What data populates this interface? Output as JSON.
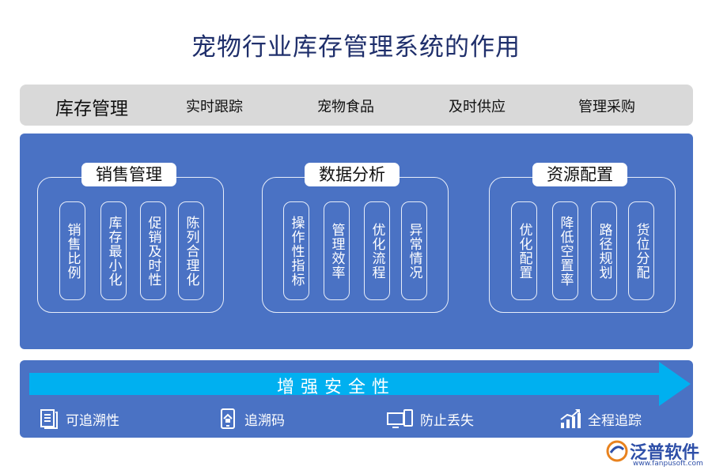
{
  "title": "宠物行业库存管理系统的作用",
  "topbar": {
    "items": [
      "库存管理",
      "实时跟踪",
      "宠物食品",
      "及时供应",
      "管理采购"
    ]
  },
  "groups": [
    {
      "label": "销售管理",
      "items": [
        "销售比例",
        "库存最小化",
        "促销及时性",
        "陈列合理化"
      ]
    },
    {
      "label": "数据分析",
      "items": [
        "操作性指标",
        "管理效率",
        "优化流程",
        "异常情况"
      ]
    },
    {
      "label": "资源配置",
      "items": [
        "优化配置",
        "降低空置率",
        "路径规划",
        "货位分配"
      ]
    }
  ],
  "bottom": {
    "arrow_label": "增强安全性",
    "features": [
      {
        "label": "可追溯性",
        "icon": "document-icon"
      },
      {
        "label": "追溯码",
        "icon": "mobile-home-icon"
      },
      {
        "label": "防止丢失",
        "icon": "devices-icon"
      },
      {
        "label": "全程追踪",
        "icon": "trend-chart-icon"
      }
    ]
  },
  "logo": {
    "brand": "泛普软件",
    "url": "www.fanpusoft.com"
  },
  "colors": {
    "title": "#1f2f6b",
    "panel": "#4a72c4",
    "topbar": "#d9d9d9",
    "arrow": "#00b0f0"
  }
}
